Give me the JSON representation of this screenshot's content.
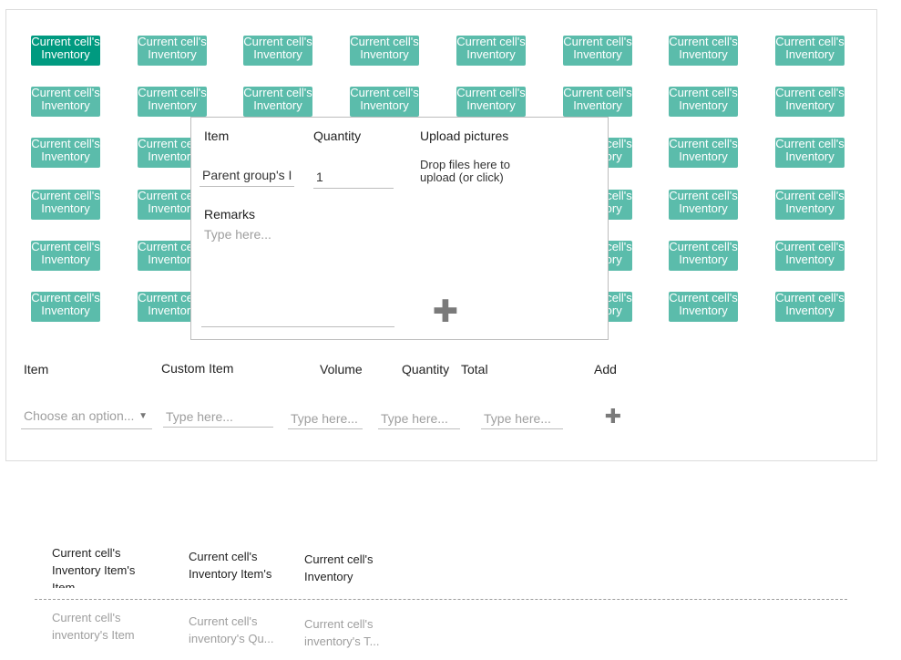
{
  "grid": {
    "tile_label": "Current cell's Inventory",
    "rows": 6,
    "cols": 8,
    "selected_index": 0,
    "colors": {
      "tile": "#5bbcab",
      "tile_selected": "#009a80"
    }
  },
  "popup": {
    "item_label": "Item",
    "item_value": "Parent group's I",
    "quantity_label": "Quantity",
    "quantity_value": "1",
    "upload_label": "Upload pictures",
    "dropzone_text": "Drop files here to upload (or click)",
    "remarks_label": "Remarks",
    "remarks_placeholder": "Type here...",
    "add_icon": "plus-icon"
  },
  "form": {
    "headers": {
      "item": "Item",
      "custom_item": "Custom Item",
      "volume": "Volume",
      "quantity": "Quantity",
      "total": "Total",
      "add": "Add"
    },
    "item_select": "Choose an option...",
    "custom_item_placeholder": "Type here...",
    "volume_placeholder": "Type here...",
    "quantity_placeholder": "Type here...",
    "total_placeholder": "Type here...",
    "add_icon": "plus-icon"
  },
  "summary": {
    "headers": [
      "Current cell's Inventory Item's Item",
      "Current cell's Inventory Item's",
      "Current cell's Inventory"
    ],
    "values": [
      "Current cell's inventory's Item",
      "Current cell's inventory's Qu...",
      "Current cell's inventory's T..."
    ]
  }
}
